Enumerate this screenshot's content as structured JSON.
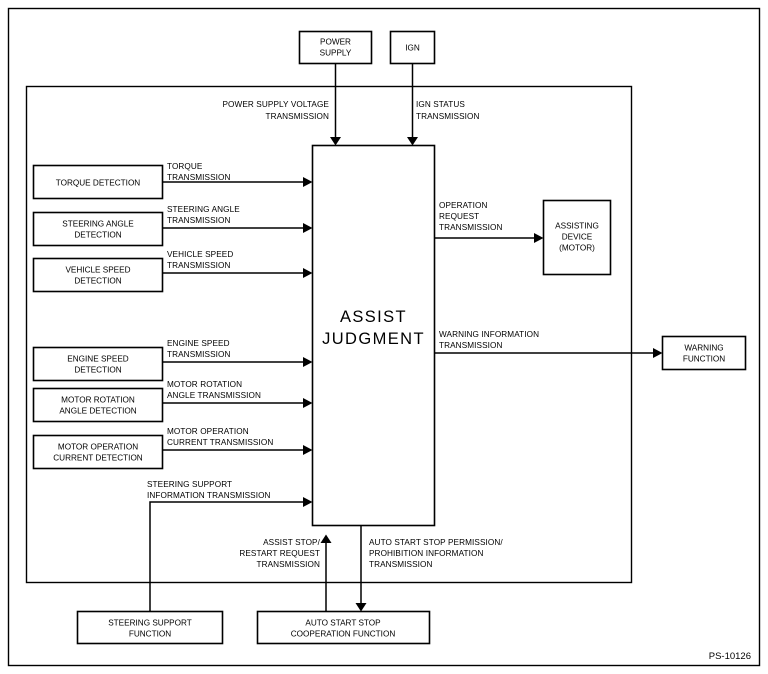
{
  "figure": {
    "id_label": "PS-10126",
    "center_block": {
      "line1": "ASSIST",
      "line2": "JUDGMENT"
    }
  },
  "top_sources": [
    {
      "name": "power-supply",
      "lines": [
        "POWER",
        "SUPPLY"
      ]
    },
    {
      "name": "ign",
      "lines": [
        "IGN"
      ]
    }
  ],
  "top_signals": [
    {
      "name": "power-supply-voltage-transmission",
      "lines": [
        "POWER SUPPLY VOLTAGE",
        "TRANSMISSION"
      ]
    },
    {
      "name": "ign-status-transmission",
      "lines": [
        "IGN STATUS",
        "TRANSMISSION"
      ]
    }
  ],
  "input_blocks": [
    {
      "name": "torque-detection",
      "box": [
        "TORQUE DETECTION"
      ],
      "signal": [
        "TORQUE",
        "TRANSMISSION"
      ]
    },
    {
      "name": "steering-angle-detection",
      "box": [
        "STEERING ANGLE",
        "DETECTION"
      ],
      "signal": [
        "STEERING ANGLE",
        "TRANSMISSION"
      ]
    },
    {
      "name": "vehicle-speed-detection",
      "box": [
        "VEHICLE SPEED",
        "DETECTION"
      ],
      "signal": [
        "VEHICLE SPEED",
        "TRANSMISSION"
      ]
    },
    {
      "name": "engine-speed-detection",
      "box": [
        "ENGINE SPEED",
        "DETECTION"
      ],
      "signal": [
        "ENGINE SPEED",
        "TRANSMISSION"
      ]
    },
    {
      "name": "motor-rotation-angle-detection",
      "box": [
        "MOTOR ROTATION",
        "ANGLE DETECTION"
      ],
      "signal": [
        "MOTOR ROTATION",
        "ANGLE TRANSMISSION"
      ]
    },
    {
      "name": "motor-operation-current-detection",
      "box": [
        "MOTOR OPERATION",
        "CURRENT DETECTION"
      ],
      "signal": [
        "MOTOR OPERATION",
        "CURRENT TRANSMISSION"
      ]
    }
  ],
  "output_blocks": [
    {
      "name": "assisting-device-motor",
      "box": [
        "ASSISTING",
        "DEVICE",
        "(MOTOR)"
      ],
      "signal": [
        "OPERATION",
        "REQUEST",
        "TRANSMISSION"
      ]
    },
    {
      "name": "warning-function",
      "box": [
        "WARNING",
        "FUNCTION"
      ],
      "signal": [
        "WARNING INFORMATION",
        "TRANSMISSION"
      ]
    }
  ],
  "bottom_blocks": [
    {
      "name": "steering-support-function",
      "box": [
        "STEERING SUPPORT",
        "FUNCTION"
      ],
      "signal": [
        "STEERING SUPPORT",
        "INFORMATION TRANSMISSION"
      ]
    },
    {
      "name": "auto-start-stop-cooperation-function",
      "box": [
        "AUTO START STOP",
        "COOPERATION FUNCTION"
      ],
      "signal_up": [
        "ASSIST STOP/",
        "RESTART REQUEST",
        "TRANSMISSION"
      ],
      "signal_down": [
        "AUTO START STOP PERMISSION/",
        "PROHIBITION INFORMATION",
        "TRANSMISSION"
      ]
    }
  ]
}
